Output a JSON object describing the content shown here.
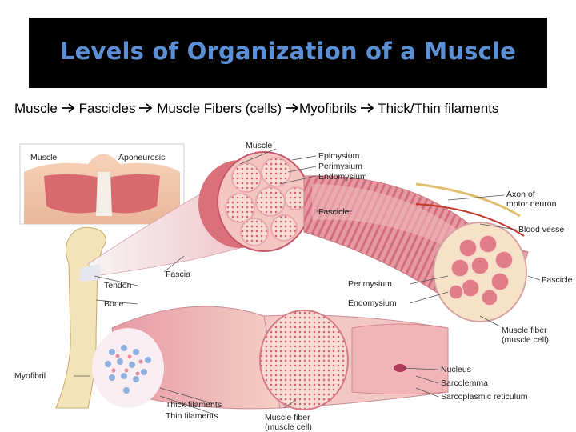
{
  "slide": {
    "title": "Levels of Organization of a Muscle",
    "hierarchy": [
      "Muscle",
      "Fascicles",
      "Muscle Fibers (cells)",
      "Myofibrils",
      "Thick/Thin filaments"
    ]
  },
  "labels": {
    "muscle_inset": "Muscle",
    "aponeurosis": "Aponeurosis",
    "muscle": "Muscle",
    "epimysium": "Epimysium",
    "perimysium_top": "Perimysium",
    "endomysium_top": "Endomysium",
    "fascicle_mid": "Fascicle",
    "axon_line1": "Axon of",
    "axon_line2": "motor neuron",
    "blood_vessel": "Blood vesse",
    "fascicle_right": "Fascicle",
    "tendon": "Tendon",
    "fascia": "Fascia",
    "bone": "Bone",
    "perimysium_mid": "Perimysium",
    "endomysium_mid": "Endomysium",
    "muscle_fiber_right_line1": "Muscle fiber",
    "muscle_fiber_right_line2": "(muscle cell)",
    "myofibril": "Myofibril",
    "nucleus": "Nucleus",
    "sarcolemma": "Sarcolemma",
    "sarcoplasmic_reticulum": "Sarcoplasmic reticulum",
    "thick_filaments": "Thick filaments",
    "thin_filaments": "Thin filaments",
    "muscle_fiber_bottom_line1": "Muscle fiber",
    "muscle_fiber_bottom_line2": "(muscle cell)"
  },
  "colors": {
    "title_background": "#000000",
    "title_text": "#5b8fd6",
    "muscle_red": "#d9707a",
    "tissue_pink": "#f2c6c8",
    "bone": "#f3e3b8",
    "filament_blue": "#8fb0dc"
  }
}
